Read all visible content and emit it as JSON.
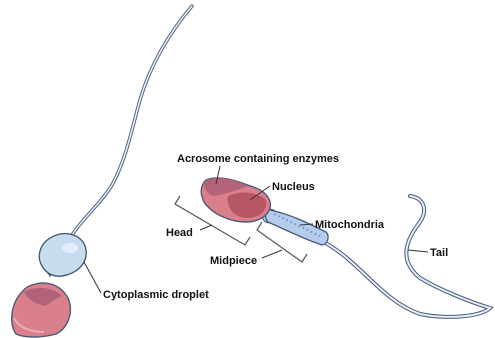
{
  "labels": {
    "acrosome": "Acrosome containing enzymes",
    "nucleus": "Nucleus",
    "mitochondria": "Mitochondria",
    "head": "Head",
    "midpiece": "Midpiece",
    "tail": "Tail",
    "cytoplasmic_droplet": "Cytoplasmic droplet"
  },
  "colors": {
    "nucleus_red": "#d9808c",
    "nucleus_dark": "#b0505e",
    "acrosome_dark": "#a85a74",
    "droplet_blue": "#c8dcf0",
    "midpiece_blue": "#b4cdec",
    "tail_fill": "#e6eefa",
    "outline": "#4a5b78",
    "text": "#111111"
  }
}
